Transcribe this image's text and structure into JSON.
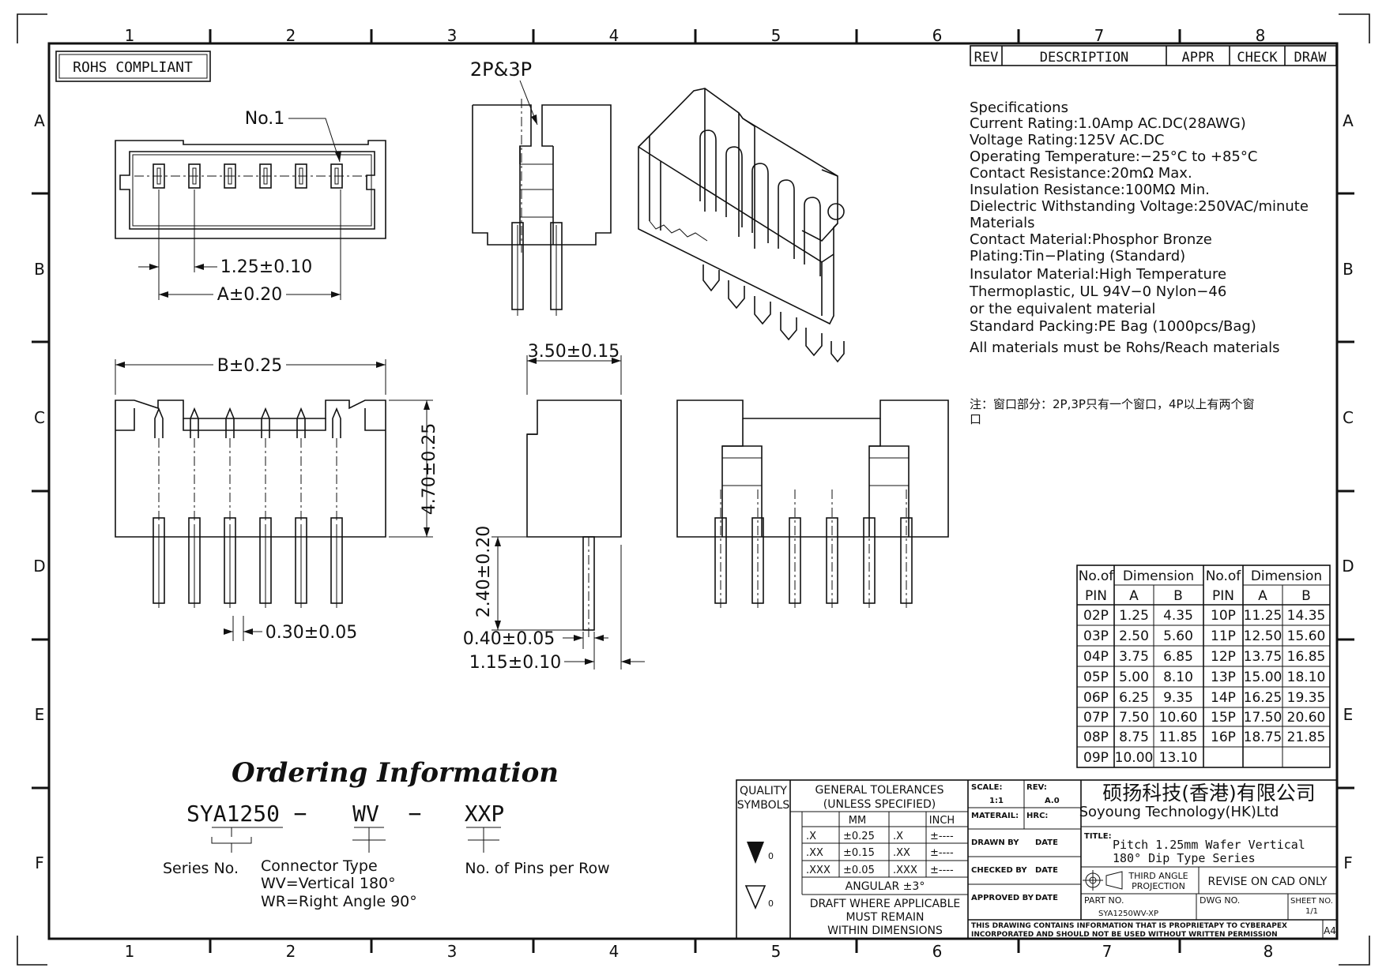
{
  "border": {
    "col_numbers": [
      "1",
      "2",
      "3",
      "4",
      "5",
      "6",
      "7",
      "8"
    ],
    "row_letters": [
      "A",
      "B",
      "C",
      "D",
      "E",
      "F"
    ]
  },
  "rohs": "ROHS COMPLIANT",
  "top_view": {
    "pin1": "No.1",
    "pitch_dim": "1.25±0.10",
    "a_dim": "A±0.20"
  },
  "side_top": {
    "label": "2P&3P"
  },
  "front_view": {
    "b_dim": "B±0.25",
    "h_dim": "4.70±0.25",
    "pin_dim": "0.30±0.05"
  },
  "side_view": {
    "w_dim": "3.50±0.15",
    "pin_len": "2.40±0.20",
    "pin_w": "0.40±0.05",
    "offset": "1.15±0.10"
  },
  "revision_header": {
    "rev": "REV",
    "description": "DESCRIPTION",
    "appr": "APPR",
    "check": "CHECK",
    "draw": "DRAW"
  },
  "specs": [
    "Specifications",
    "Current Rating:1.0Amp AC.DC(28AWG)",
    "Voltage Rating:125V AC.DC",
    "Operating Temperature:−25°C to +85°C",
    "Contact Resistance:20mΩ Max.",
    "Insulation Resistance:100MΩ Min.",
    "Dielectric Withstanding Voltage:250VAC/minute",
    "Materials",
    "Contact Material:Phosphor Bronze",
    "Plating:Tin−Plating (Standard)",
    "Insulator Material:High Temperature",
    "Thermoplastic, UL 94V−0 Nylon−46",
    "or the equivalent material",
    "Standard Packing:PE Bag (1000pcs/Bag)",
    "All materials must be Rohs/Reach materials"
  ],
  "note_cn": [
    "注：窗口部分：2P,3P只有一个窗口，4P以上有两个窗",
    "口"
  ],
  "dim_table": {
    "hdr_no": "No.of",
    "hdr_pin": "PIN",
    "hdr_dimension": "Dimension",
    "hdr_a": "A",
    "hdr_b": "B",
    "left": [
      [
        "02P",
        "1.25",
        "4.35"
      ],
      [
        "03P",
        "2.50",
        "5.60"
      ],
      [
        "04P",
        "3.75",
        "6.85"
      ],
      [
        "05P",
        "5.00",
        "8.10"
      ],
      [
        "06P",
        "6.25",
        "9.35"
      ],
      [
        "07P",
        "7.50",
        "10.60"
      ],
      [
        "08P",
        "8.75",
        "11.85"
      ],
      [
        "09P",
        "10.00",
        "13.10"
      ]
    ],
    "right": [
      [
        "10P",
        "11.25",
        "14.35"
      ],
      [
        "11P",
        "12.50",
        "15.60"
      ],
      [
        "12P",
        "13.75",
        "16.85"
      ],
      [
        "13P",
        "15.00",
        "18.10"
      ],
      [
        "14P",
        "16.25",
        "19.35"
      ],
      [
        "15P",
        "17.50",
        "20.60"
      ],
      [
        "16P",
        "18.75",
        "21.85"
      ]
    ]
  },
  "ordering": {
    "title": "Ordering Information",
    "part1": "SYA1250",
    "sep1": "−",
    "part2": "WV",
    "sep2": "−",
    "part3": "XXP",
    "series_label": "Series No.",
    "connector_label": "Connector Type",
    "wv": "WV=Vertical 180°",
    "wr": "WR=Right Angle 90°",
    "pins_label": "No. of Pins per Row"
  },
  "title_block": {
    "quality1": "QUALITY",
    "quality2": "SYMBOLS",
    "gen_tol1": "GENERAL TOLERANCES",
    "gen_tol2": "(UNLESS SPECIFIED)",
    "mm": "MM",
    "inch": "INCH",
    "tol_rows": [
      [
        ".X",
        "±0.25",
        ".X",
        "±----"
      ],
      [
        ".XX",
        "±0.15",
        ".XX",
        "±----"
      ],
      [
        ".XXX",
        "±0.05",
        ".XXX",
        "±----"
      ]
    ],
    "angular": "ANGULAR ±3°",
    "draft1": "DRAFT WHERE APPLICABLE",
    "draft2": "MUST REMAIN",
    "draft3": "WITHIN DIMENSIONS",
    "sym_sub": "0",
    "scale_label": "SCALE:",
    "scale_val": "1:1",
    "rev_label": "REV:",
    "rev_val": "A.0",
    "material_label": "MATERAIL:",
    "hrc_label": "HRC:",
    "drawn_by": "DRAWN BY",
    "checked_by": "CHECKED BY",
    "approved_by": "APPROVED BY",
    "date": "DATE",
    "company_cn": "硕扬科技(香港)有限公司",
    "company_en": "Soyoung Technology(HK)Ltd",
    "title_label": "TITLE:",
    "title1": "Pitch 1.25mm Wafer Vertical",
    "title2": "180° Dip Type Series",
    "third_angle1": "THIRD ANGLE",
    "third_angle2": "PROJECTION",
    "revise": "REVISE ON CAD ONLY",
    "part_no_label": "PART NO.",
    "part_no": "SYA1250WV-XP",
    "dwg_no_label": "DWG NO.",
    "sheet_no_label": "SHEET NO.",
    "sheet_no": "1/1",
    "proprietary1": "THIS DRAWING CONTAINS INFORMATION THAT IS PROPRIETAPY TO CYBERAPEX",
    "proprietary2": "INCORPORATED AND SHOULD NOT BE USED WITHOUT WRITTEN PERMISSION",
    "size": "A4"
  }
}
